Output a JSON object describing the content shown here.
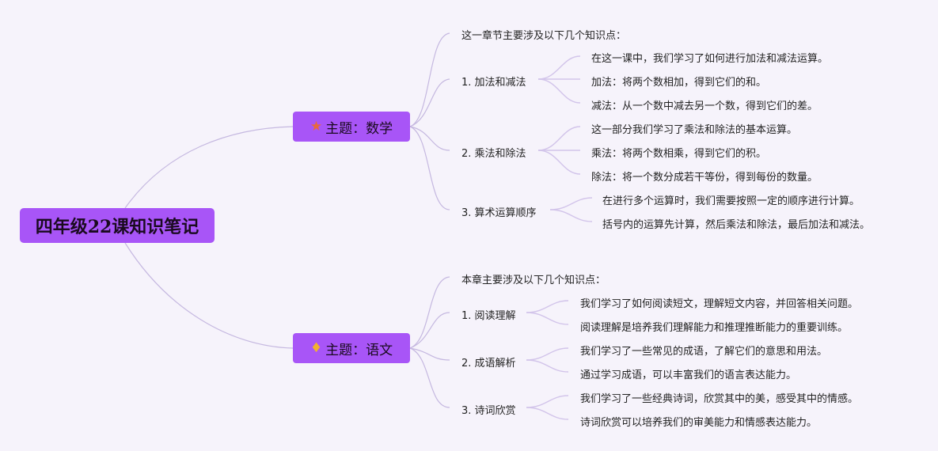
{
  "root": {
    "title": "四年级22课知识笔记"
  },
  "topics": [
    {
      "icon": "star-icon",
      "icon_glyph": "★",
      "icon_color": "#e8693a",
      "label": "主题：数学",
      "intro": "这一章节主要涉及以下几个知识点：",
      "sections": [
        {
          "label": "1. 加法和减法",
          "items": [
            "在这一课中，我们学习了如何进行加法和减法运算。",
            "加法：将两个数相加，得到它们的和。",
            "减法：从一个数中减去另一个数，得到它们的差。"
          ]
        },
        {
          "label": "2. 乘法和除法",
          "items": [
            "这一部分我们学习了乘法和除法的基本运算。",
            "乘法：将两个数相乘，得到它们的积。",
            "除法：将一个数分成若干等份，得到每份的数量。"
          ]
        },
        {
          "label": "3. 算术运算顺序",
          "items": [
            "在进行多个运算时，我们需要按照一定的顺序进行计算。",
            "括号内的运算先计算，然后乘法和除法，最后加法和减法。"
          ]
        }
      ]
    },
    {
      "icon": "gem-icon",
      "icon_glyph": "💎",
      "icon_color": "#f2b12e",
      "label": "主题：语文",
      "intro": "本章主要涉及以下几个知识点：",
      "sections": [
        {
          "label": "1. 阅读理解",
          "items": [
            "我们学习了如何阅读短文，理解短文内容，并回答相关问题。",
            "阅读理解是培养我们理解能力和推理推断能力的重要训练。"
          ]
        },
        {
          "label": "2. 成语解析",
          "items": [
            "我们学习了一些常见的成语，了解它们的意思和用法。",
            "通过学习成语，可以丰富我们的语言表达能力。"
          ]
        },
        {
          "label": "3. 诗词欣赏",
          "items": [
            "我们学习了一些经典诗词，欣赏其中的美，感受其中的情感。",
            "诗词欣赏可以培养我们的审美能力和情感表达能力。"
          ]
        }
      ]
    }
  ],
  "colors": {
    "node_fill": "#a855f7",
    "link": "#c5b8e0",
    "background": "#f6f3fb"
  }
}
